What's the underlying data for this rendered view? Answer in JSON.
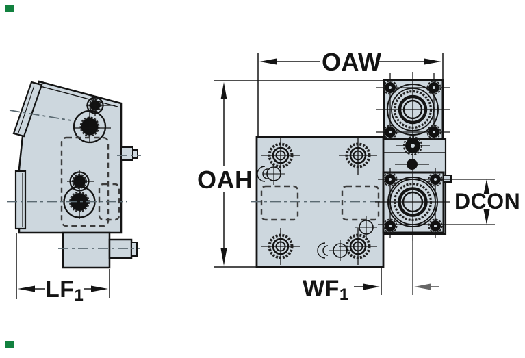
{
  "drawing": {
    "dimensions": {
      "oaw": "OAW",
      "oah": "OAH",
      "dcon": "DCON",
      "lf1": {
        "base": "LF",
        "sub": "1"
      },
      "wf1": {
        "base": "WF",
        "sub": "1"
      }
    },
    "colors": {
      "body_fill": "#cdd7de",
      "outline": "#141414",
      "centerline": "#5b6a72",
      "hidden_line": "#3d3d3d",
      "accent_green": "#12813f",
      "background": "#ffffff"
    }
  }
}
